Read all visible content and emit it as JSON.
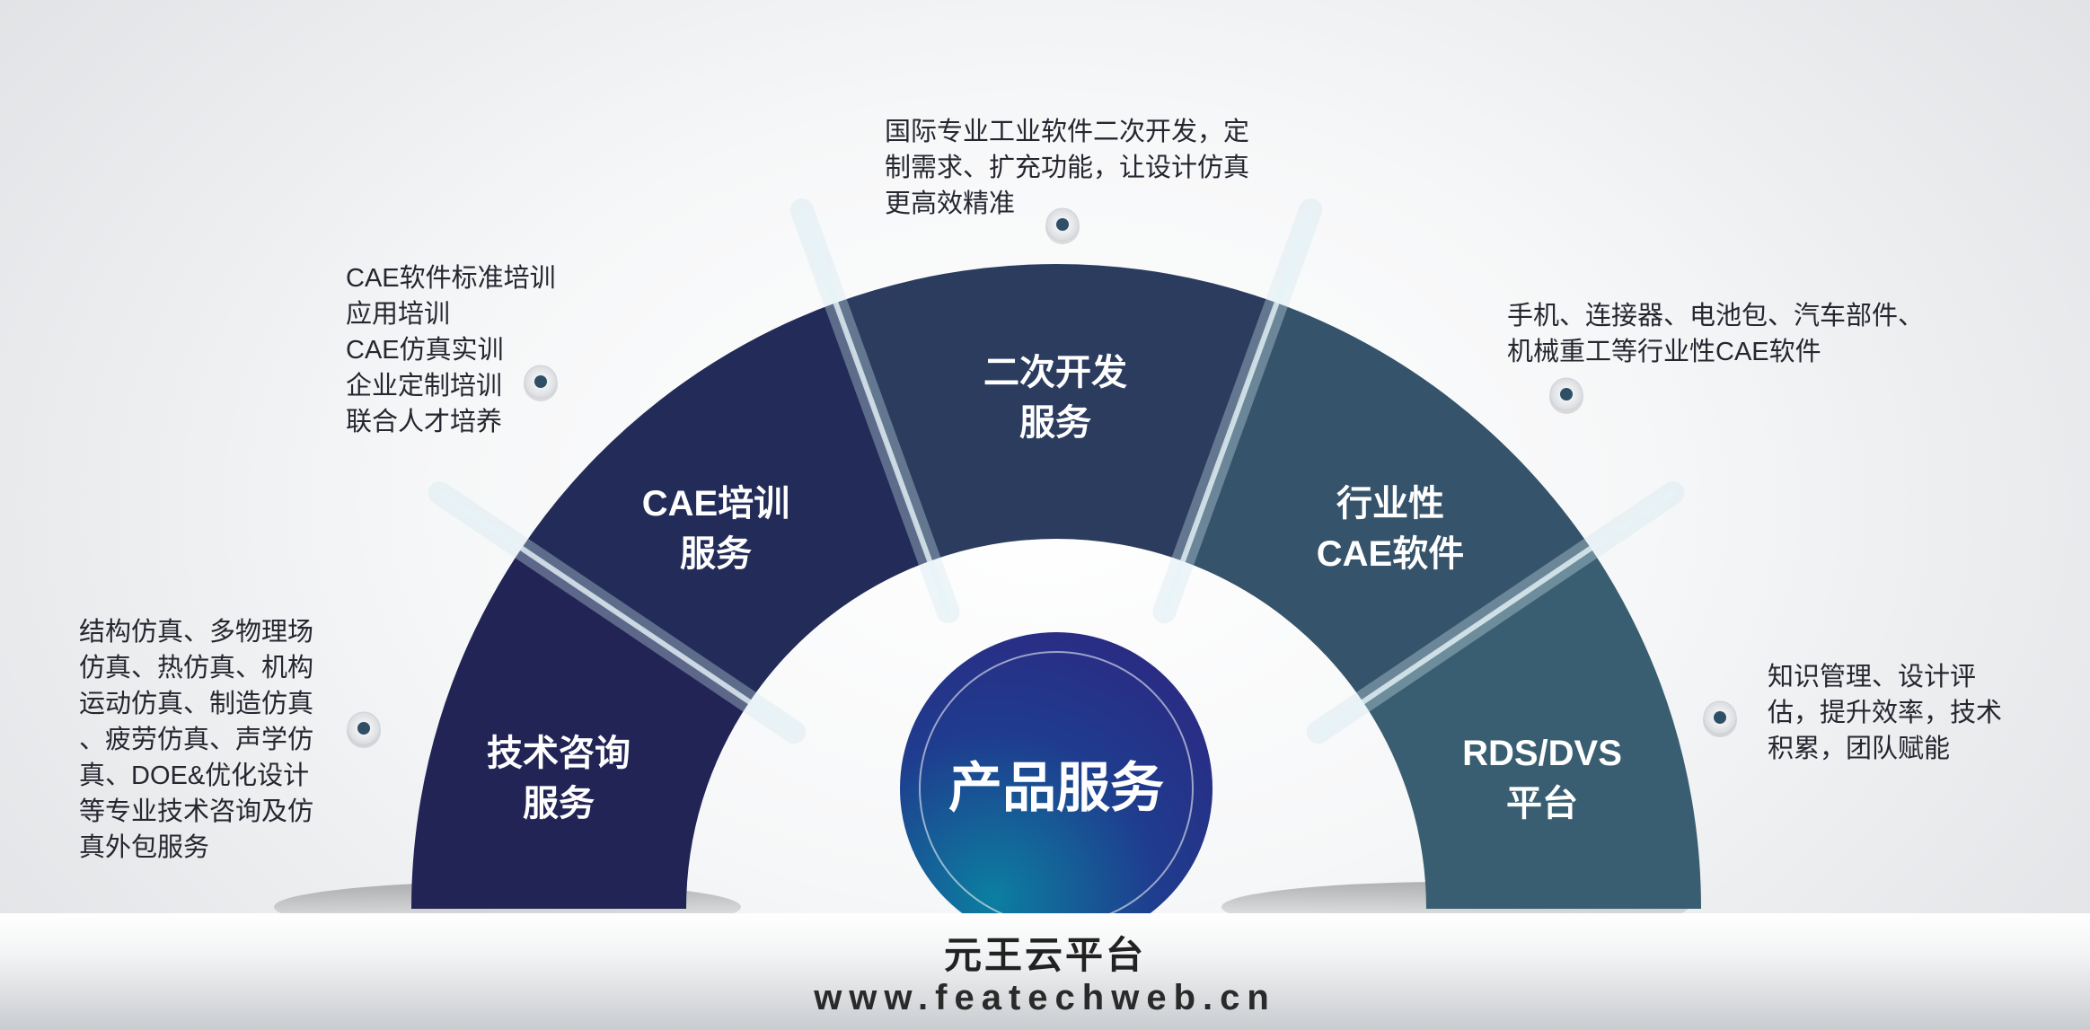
{
  "center": {
    "label": "产品服务"
  },
  "segments": [
    {
      "id": "consult",
      "line1": "技术咨询",
      "line2": "服务",
      "color": "#212455"
    },
    {
      "id": "training",
      "line1": "CAE培训",
      "line2": "服务",
      "color": "#232b58"
    },
    {
      "id": "dev",
      "line1": "二次开发",
      "line2": "服务",
      "color": "#2b3c5f"
    },
    {
      "id": "industry",
      "line1": "行业性",
      "line2": "CAE软件",
      "color": "#35536a"
    },
    {
      "id": "rds",
      "line1": "RDS/DVS",
      "line2": "平台",
      "color": "#3a5e71"
    }
  ],
  "descriptions": {
    "consult": [
      "结构仿真、多物理场",
      "仿真、热仿真、机构",
      "运动仿真、制造仿真",
      "、疲劳仿真、声学仿",
      "真、DOE&优化设计",
      "等专业技术咨询及仿",
      "真外包服务"
    ],
    "training": [
      "CAE软件标准培训",
      "应用培训",
      "CAE仿真实训",
      "企业定制培训",
      "联合人才培养"
    ],
    "dev": [
      "国际专业工业软件二次开发，定",
      "制需求、扩充功能，让设计仿真",
      "更高效精准"
    ],
    "industry": [
      "手机、连接器、电池包、汽车部件、",
      "机械重工等行业性CAE软件"
    ],
    "rds": [
      "知识管理、设计评",
      "估，提升效率，技术",
      "积累，团队赋能"
    ]
  },
  "footer": {
    "title": "元王云平台",
    "url": "www.featechweb.cn"
  }
}
